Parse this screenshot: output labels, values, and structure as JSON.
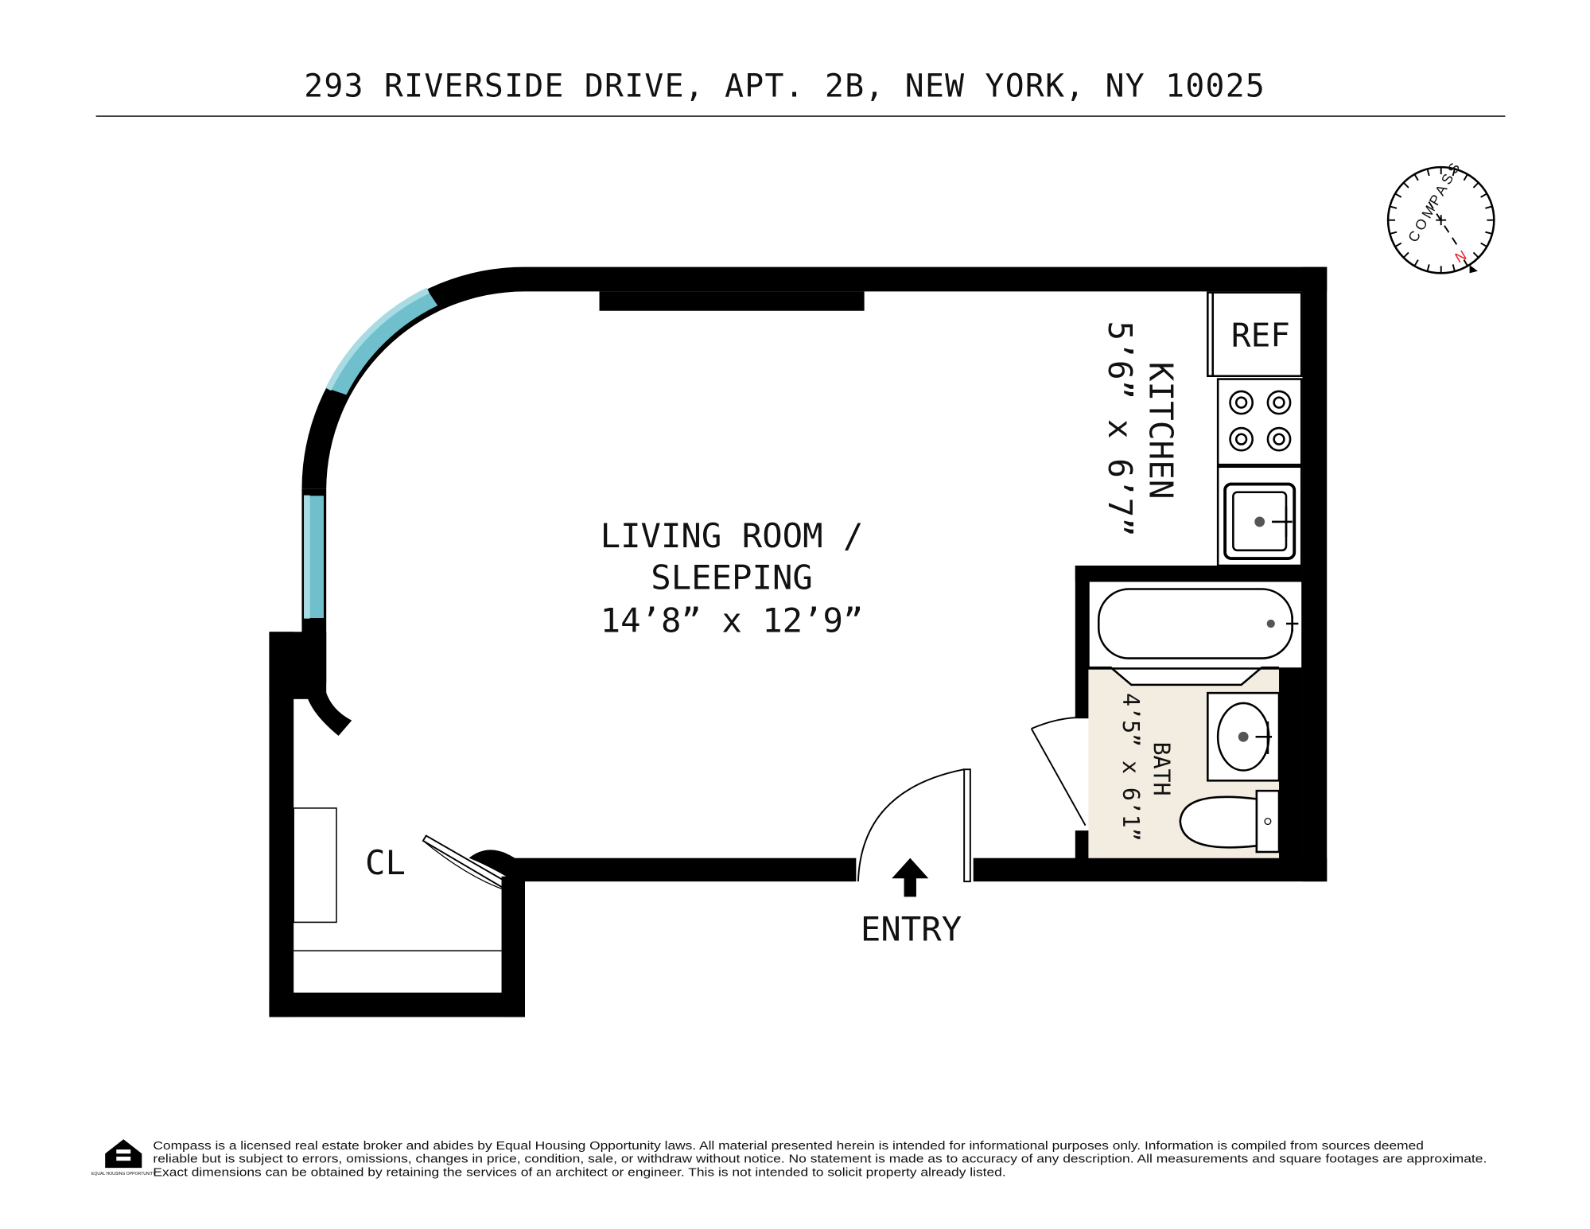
{
  "header": {
    "address": "293 RIVERSIDE DRIVE, APT. 2B, NEW YORK, NY 10025"
  },
  "compass": {
    "label": "COMPASS",
    "north": "N",
    "north_color": "#e8202a"
  },
  "rooms": {
    "living": {
      "line1": "LIVING ROOM /",
      "line2": "SLEEPING",
      "dims": "14’8” x 12’9”"
    },
    "kitchen": {
      "name": "KITCHEN",
      "dims": "5’6” x 6’7”"
    },
    "bath": {
      "name": "BATH",
      "dims": "4’5” x 6’1”"
    },
    "closet": {
      "name": "CL"
    },
    "ref": {
      "name": "REF"
    },
    "entry": {
      "name": "ENTRY"
    }
  },
  "colors": {
    "wall": "#000000",
    "window": "#6fc0cc",
    "window_light": "#a8dbe2",
    "tile": "#f3ece0"
  },
  "footer": {
    "logo_text": "EQUAL HOUSING OPPORTUNITY",
    "line1": "Compass is a licensed real estate broker and abides by Equal Housing Opportunity laws. All material presented herein is intended for informational purposes only. Information is compiled from sources deemed",
    "line2": "reliable but is subject to errors, omissions, changes in price, condition, sale, or withdraw without notice. No statement is made as to accuracy of any description. All measurements and square footages are approximate.",
    "line3": "Exact dimensions can be obtained by retaining the services of an architect or engineer. This is not intended to solicit property already listed."
  }
}
